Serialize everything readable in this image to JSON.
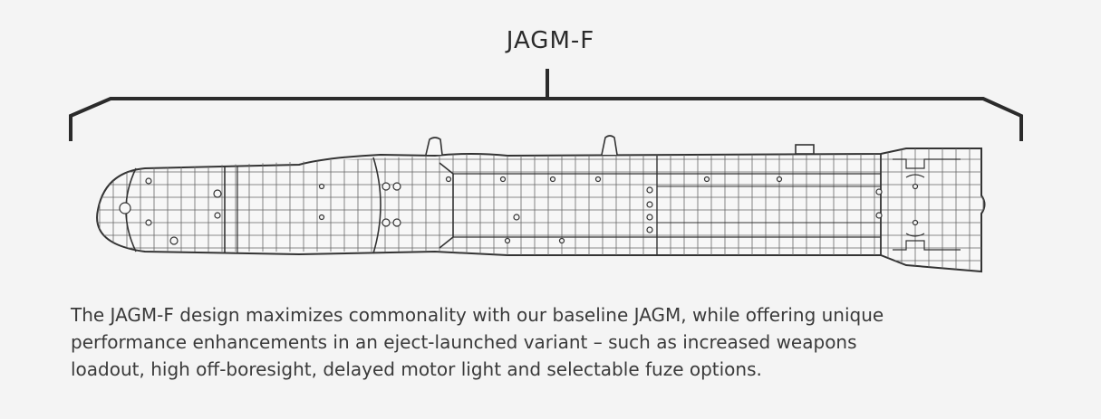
{
  "diagram": {
    "title": "JAGM-F",
    "caption_lines": [
      "The JAGM-F design maximizes commonality with our baseline JAGM, while offering unique",
      "performance enhancements in an eject-launched variant – such as increased weapons",
      "loadout, high off-boresight, delayed motor light and selectable fuze options."
    ],
    "colors": {
      "background": "#f4f4f4",
      "line": "#2b2b2b",
      "grid": "#555555"
    }
  }
}
